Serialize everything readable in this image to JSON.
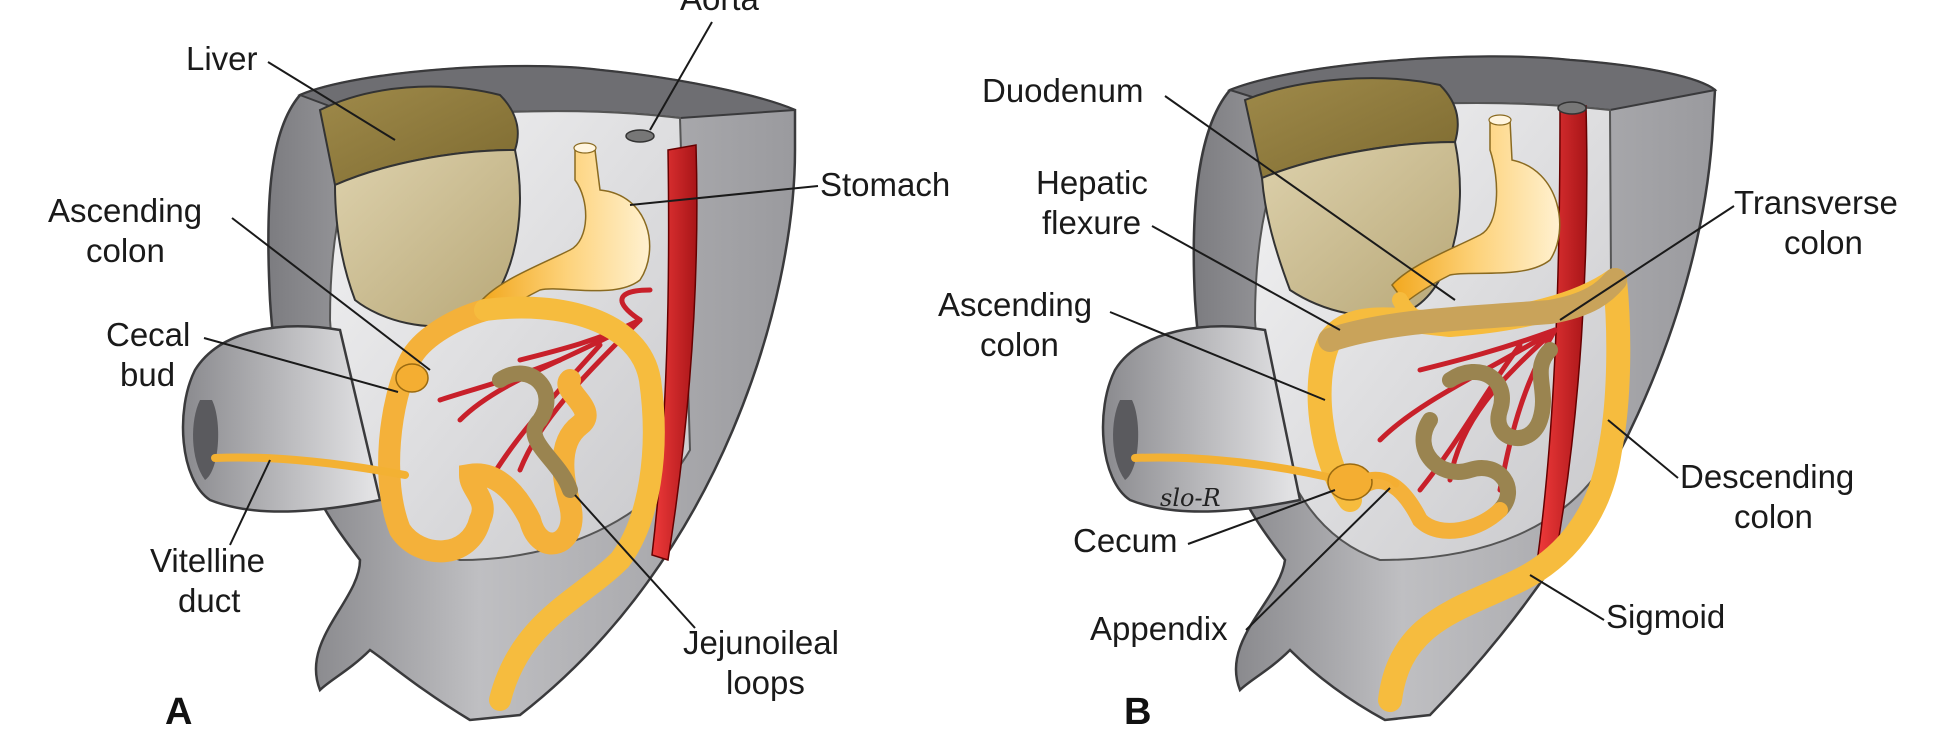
{
  "panel_a": {
    "letter": "A",
    "labels": {
      "aorta": "Aorta",
      "liver": "Liver",
      "stomach": "Stomach",
      "ascending_colon_1": "Ascending",
      "ascending_colon_2": "colon",
      "cecal_bud_1": "Cecal",
      "cecal_bud_2": "bud",
      "vitelline_duct_1": "Vitelline",
      "vitelline_duct_2": "duct",
      "jejunoileal_1": "Jejunoileal",
      "jejunoileal_2": "loops"
    }
  },
  "panel_b": {
    "letter": "B",
    "signature": "slo-R",
    "labels": {
      "duodenum": "Duodenum",
      "hepatic_flexure_1": "Hepatic",
      "hepatic_flexure_2": "flexure",
      "ascending_colon_1": "Ascending",
      "ascending_colon_2": "colon",
      "transverse_colon_1": "Transverse",
      "transverse_colon_2": "colon",
      "descending_colon_1": "Descending",
      "descending_colon_2": "colon",
      "cecum": "Cecum",
      "appendix": "Appendix",
      "sigmoid": "Sigmoid"
    }
  },
  "colors": {
    "body_gray": "#b9b9bc",
    "cavity_gray": "#dedee0",
    "dark_gray": "#6e6e72",
    "liver_dark": "#8f7a3e",
    "liver_light": "#cdbf94",
    "gut_yellow": "#f6b93a",
    "gut_light": "#fde6b0",
    "gut_olive": "#9c8548",
    "aorta_red": "#d9262a",
    "vessel_dark_red": "#8a1418"
  }
}
